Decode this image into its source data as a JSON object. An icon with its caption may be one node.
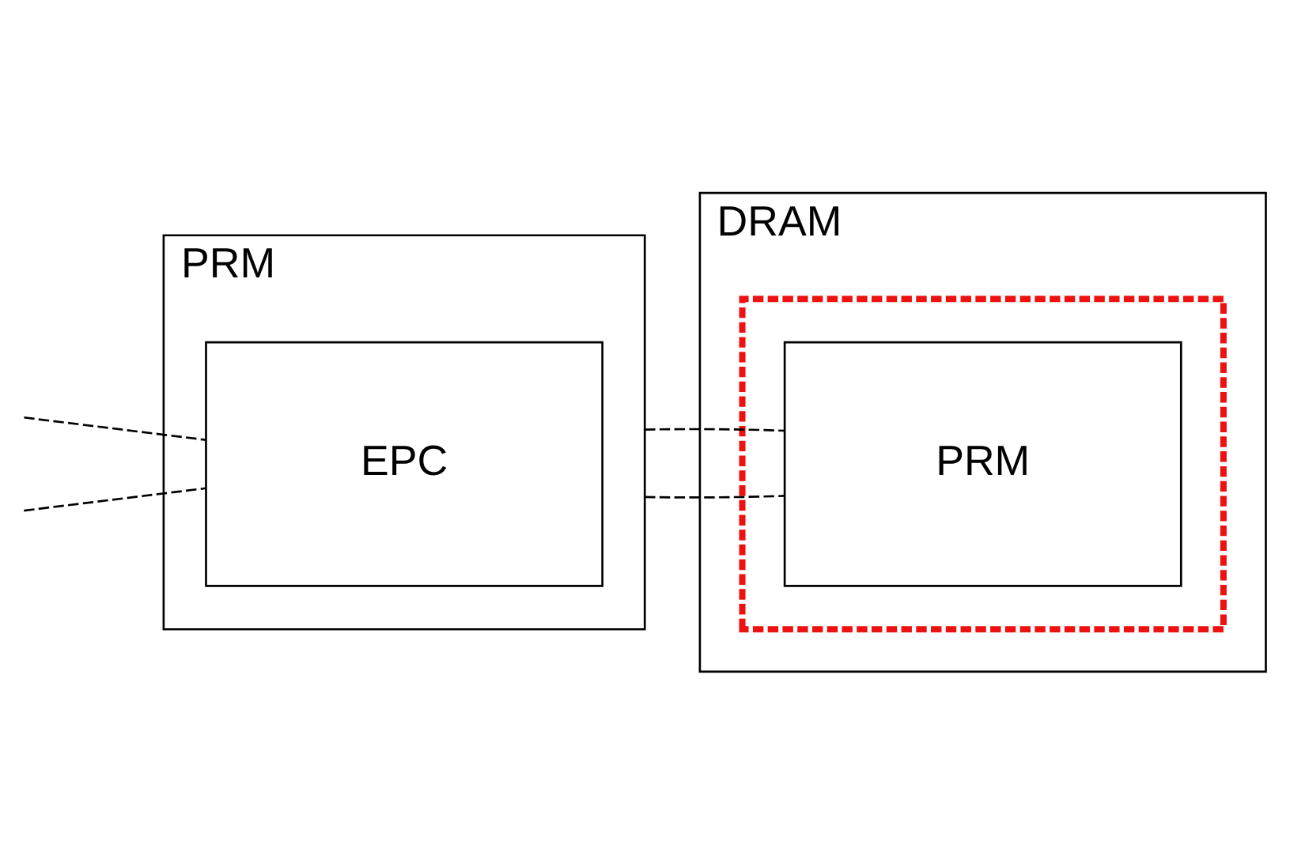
{
  "diagram": {
    "nodes": [
      {
        "text": [
          "PRM"
        ]
      },
      {
        "text": [
          "EPC"
        ],
        "in": 0
      },
      {
        "text": [
          "DRAM"
        ]
      },
      {
        "text": [],
        "shape": "box",
        "in": 2
      },
      {
        "text": [
          "PRM"
        ],
        "in": 3
      }
    ],
    "edges": [
      {
        "from": 0,
        "to": 4,
        "arrow": "none",
        "style": "dashed"
      },
      {
        "from": 0,
        "to": 4,
        "arrow": "none",
        "style": "dashed"
      },
      {
        "from": null,
        "to": 1,
        "arrow": "none",
        "style": "dashed"
      },
      {
        "from": null,
        "to": 1,
        "arrow": "none",
        "style": "dashed"
      }
    ]
  }
}
